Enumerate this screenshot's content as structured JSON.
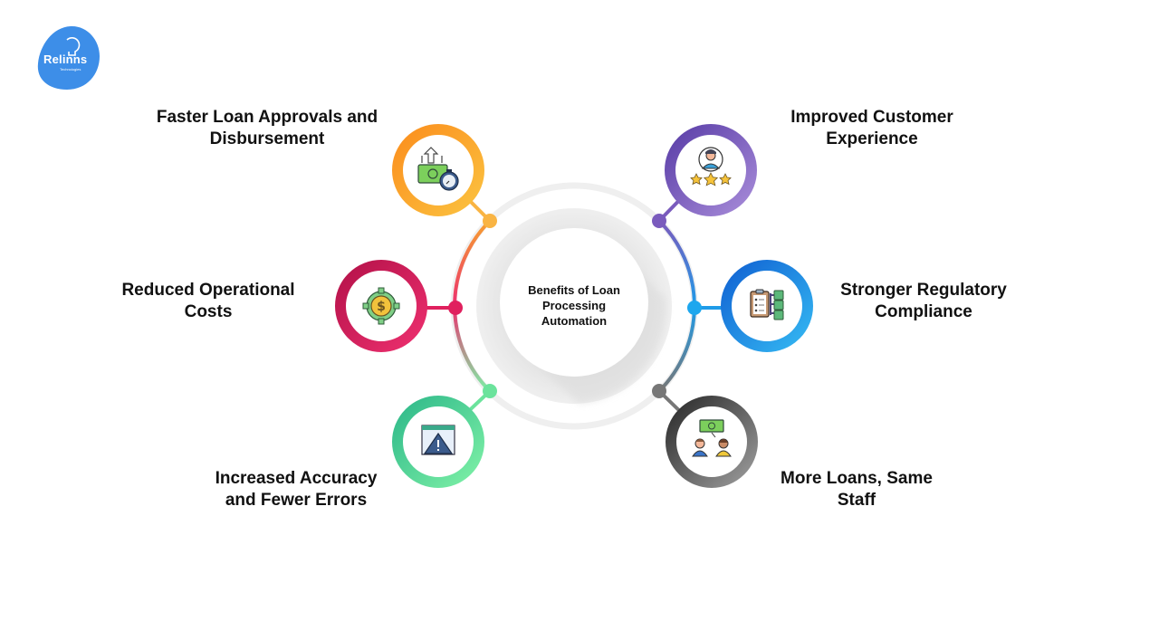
{
  "logo": {
    "brand": "Relinns",
    "tagline": "Technologies",
    "color": "#3d8ee8"
  },
  "center": {
    "title": "Benefits of Loan\nProcessing\nAutomation"
  },
  "benefits": [
    {
      "id": "faster-approvals",
      "label": "Faster Loan Approvals and\nDisbursement",
      "icon": "money-stopwatch-icon",
      "color": "#f7a12f",
      "side": "left"
    },
    {
      "id": "reduced-costs",
      "label": "Reduced Operational\nCosts",
      "icon": "gear-dollar-coin-icon",
      "color": "#d7175f",
      "side": "left"
    },
    {
      "id": "increased-accuracy",
      "label": "Increased Accuracy\nand Fewer Errors",
      "icon": "warning-window-icon",
      "color": "#3ec98e",
      "side": "left"
    },
    {
      "id": "customer-experience",
      "label": "Improved Customer\nExperience",
      "icon": "customer-rating-stars-icon",
      "color": "#7a5bbd",
      "side": "right"
    },
    {
      "id": "regulatory-compliance",
      "label": "Stronger Regulatory\nCompliance",
      "icon": "clipboard-checklist-icon",
      "color": "#1f9be8",
      "side": "right"
    },
    {
      "id": "more-loans",
      "label": "More Loans, Same\nStaff",
      "icon": "money-two-people-icon",
      "color": "#555555",
      "side": "right"
    }
  ]
}
